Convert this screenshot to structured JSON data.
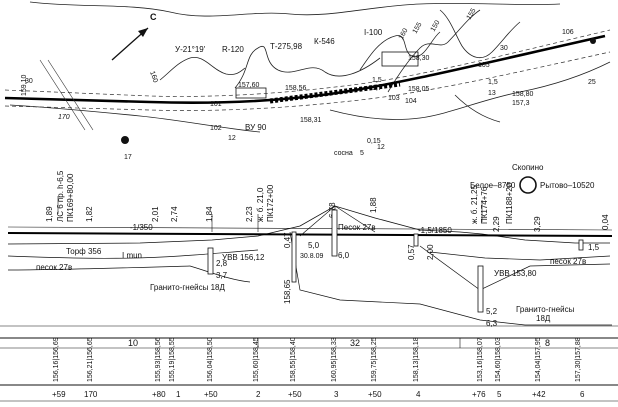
{
  "plan": {
    "north_letter": "С",
    "curve_params": {
      "angle": "У-21°19'",
      "radius": "R-120",
      "tangent": "Т-275,98",
      "curve": "К-546"
    },
    "slope_label": "I-100",
    "contour_labels": [
      "160",
      "155",
      "150",
      "155",
      "160"
    ],
    "sidebar_numbers": [
      "30",
      "30",
      "25",
      "13"
    ],
    "design_levels": [
      "158,30",
      "158,05",
      "158,80",
      "157,3",
      "157,60",
      "158,56",
      "158,31",
      "12",
      "17",
      "101",
      "102",
      "103",
      "104",
      "105",
      "106",
      "170",
      "159,10"
    ],
    "vu_label": "ВУ 90",
    "small_marks": [
      "1,5",
      "1,7",
      "1,5",
      "17",
      "12",
      "0,15",
      "5"
    ],
    "tree_label": "сосна",
    "pk_label": "ПК"
  },
  "profile": {
    "top_labels": [
      {
        "text": "1,89"
      },
      {
        "text": "ЛС 6 пр. h-6,5"
      },
      {
        "text": "ПК169+80,00"
      },
      {
        "text": "1,82"
      },
      {
        "text": "2,01"
      },
      {
        "text": "2,74"
      },
      {
        "text": "1,84"
      },
      {
        "text": "2,23"
      },
      {
        "text": "ж. б. 21,0"
      },
      {
        "text": "ПК172+00"
      },
      {
        "text": "6,78"
      },
      {
        "text": "1,88"
      },
      {
        "text": "ж. б. 21,25"
      },
      {
        "text": "ПК174+76"
      },
      {
        "text": "2,29"
      },
      {
        "text": "ПК1188+20"
      },
      {
        "text": "3,29"
      },
      {
        "text": "0,04"
      }
    ],
    "station": {
      "name": "Скопино",
      "left": "Белое–8750",
      "right": "Рытово–10520"
    },
    "grades": [
      {
        "text": "-1/350"
      },
      {
        "text": "-1,5/1850"
      }
    ],
    "soil_labels": {
      "peat": "Торф 356",
      "mun": "I mun",
      "sand_left": "песок 27в",
      "granite_left": "Гранито-гнейсы 18Д",
      "uvv_left": "УВВ 156,12",
      "sand_peak": "Песок 27в",
      "uvv_right": "УВВ 153,80",
      "sand_right": "песок 27в",
      "granite_right_1": "Гранито-гнейсы",
      "granite_right_2": "18Д"
    },
    "depth_labels": [
      {
        "text": "2,8"
      },
      {
        "text": "3,7"
      },
      {
        "text": "0,47"
      },
      {
        "text": "5,0"
      },
      {
        "text": "30.8.09"
      },
      {
        "text": "6,0"
      },
      {
        "text": "0,57"
      },
      {
        "text": "2,00"
      },
      {
        "text": "5,2"
      },
      {
        "text": "6,3"
      },
      {
        "text": "1,5"
      },
      {
        "text": "158,65"
      }
    ]
  },
  "table": {
    "distance_row": [
      "10",
      "32",
      "8"
    ],
    "level_pairs": [
      "156,16|156,69",
      "156,21|156,65",
      "155,93|158,56",
      "155,19|158,55",
      "156,04|158,50",
      "155,60|158,45",
      "158,55|158,40",
      "160,95|158,33",
      "159,75|158,25",
      "158,13|158,18",
      "153,16|158,07",
      "154,60|158,03",
      "154,04|157,95",
      "157,30|157,88"
    ],
    "pk_row": [
      "+59",
      "170",
      "+80",
      "1",
      "+50",
      "2",
      "+50",
      "3",
      "+50",
      "4",
      "+76",
      "5",
      "+42",
      "6"
    ]
  }
}
